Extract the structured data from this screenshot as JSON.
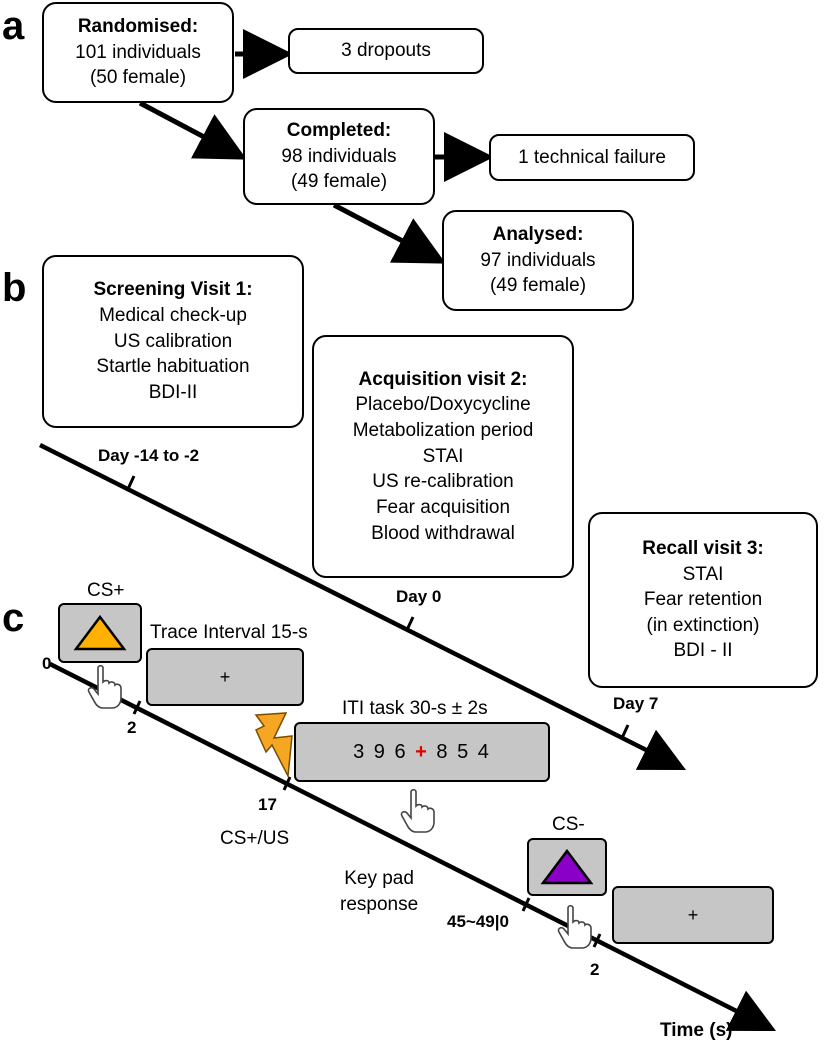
{
  "panels": {
    "a": "a",
    "b": "b",
    "c": "c"
  },
  "flow": {
    "randomised": {
      "title": "Randomised:",
      "line1": "101 individuals",
      "line2": "(50 female)"
    },
    "dropouts": "3 dropouts",
    "completed": {
      "title": "Completed:",
      "line1": "98 individuals",
      "line2": "(49 female)"
    },
    "failure": "1 technical failure",
    "analysed": {
      "title": "Analysed:",
      "line1": "97 individuals",
      "line2": "(49 female)"
    }
  },
  "visits": {
    "screening": {
      "title": "Screening Visit 1:",
      "items": [
        "Medical check-up",
        "US calibration",
        "Startle habituation",
        "BDI-II"
      ],
      "day": "Day -14 to -2"
    },
    "acquisition": {
      "title": "Acquisition visit 2:",
      "items": [
        "Placebo/Doxycycline",
        "Metabolization period",
        "STAI",
        "US re-calibration",
        "Fear acquisition",
        "Blood withdrawal"
      ],
      "day": "Day 0"
    },
    "recall": {
      "title": "Recall visit 3:",
      "items": [
        "STAI",
        "Fear retention",
        "(in extinction)",
        "BDI - II"
      ],
      "day": "Day 7"
    }
  },
  "trial": {
    "cs_plus": "CS+",
    "cs_minus": "CS-",
    "trace_interval": "Trace Interval 15-s",
    "fixation": "+",
    "iti_task": "ITI task 30-s ± 2s",
    "iti_digits_left": "3 9 6",
    "iti_plus": "+",
    "iti_digits_right": "8 5 4",
    "cs_us": "CS+/US",
    "keypad_line1": "Key pad",
    "keypad_line2": "response",
    "ticks": {
      "t0": "0",
      "t2": "2",
      "t17": "17",
      "t45": "45~49|0",
      "t2b": "2"
    },
    "axis_label": "Time (s)"
  },
  "colors": {
    "cs_plus_triangle": "#ffb000",
    "cs_minus_triangle": "#8b00c9",
    "shock": "#f5a623",
    "grey_box": "#c6c6c6",
    "iti_plus": "#e00000"
  }
}
